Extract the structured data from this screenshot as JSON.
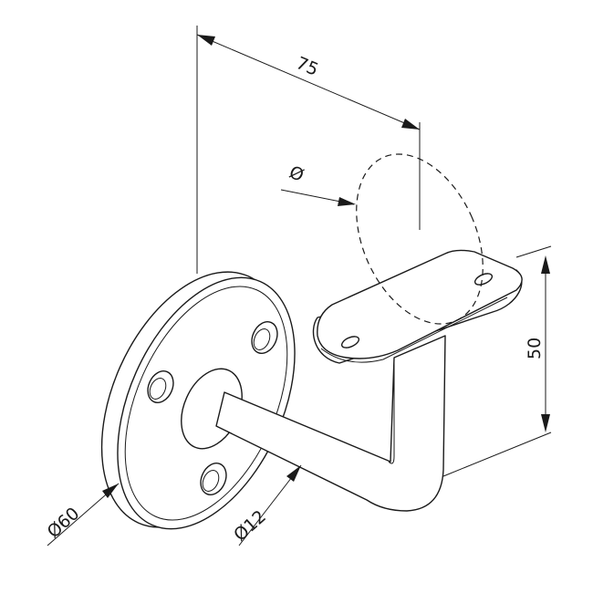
{
  "dimensions": {
    "projection": "75",
    "height": "50",
    "rail_diameter": "Ø",
    "base_diameter": "Ø60",
    "rod_diameter": "Ø12"
  }
}
